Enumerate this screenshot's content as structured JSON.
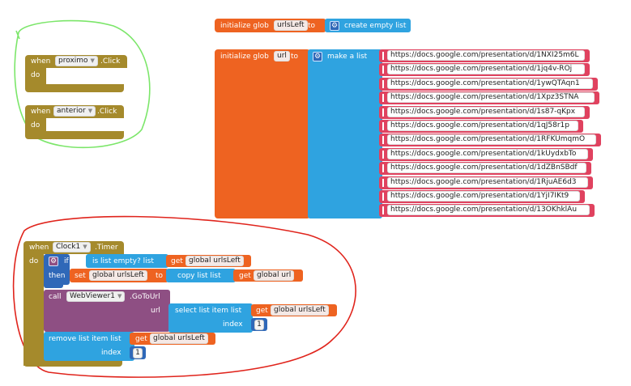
{
  "colors": {
    "event_block": "#a58a2c",
    "variable_block": "#ee6321",
    "list_block": "#2fa3e0",
    "component_block": "#8e4f83",
    "text_block": "#e0425f",
    "control_block": "#2f68b8",
    "green_annotation": "#7ce66a",
    "red_annotation": "#e0241c"
  },
  "proximo_block": {
    "when": "when",
    "component": "proximo",
    "event": ".Click",
    "do": "do"
  },
  "anterior_block": {
    "when": "when",
    "component": "anterior",
    "event": ".Click",
    "do": "do"
  },
  "urlsleft_init": {
    "label": "initialize glob",
    "var": "urlsLeft",
    "to": "to",
    "create_list": "create empty list"
  },
  "url_init": {
    "label": "initialize glob",
    "var": "url",
    "to": "to",
    "make_list": "make a list",
    "urls": [
      "https://docs.google.com/presentation/d/1NXI25m6L",
      "https://docs.google.com/presentation/d/1jq4v-ROj",
      "https://docs.google.com/presentation/d/1ywQTAqn1",
      "https://docs.google.com/presentation/d/1Xpz3STNA",
      "https://docs.google.com/presentation/d/1s87-qKpx",
      "https://docs.google.com/presentation/d/1qJ58r1p",
      "https://docs.google.com/presentation/d/1RFKUmqmO",
      "https://docs.google.com/presentation/d/1kUydxbTo",
      "https://docs.google.com/presentation/d/1dZBnSBdf",
      "https://docs.google.com/presentation/d/1RjuAE6d3",
      "https://docs.google.com/presentation/d/1YjI7IKt9",
      "https://docs.google.com/presentation/d/13OKhklAu"
    ]
  },
  "clock_block": {
    "when": "when",
    "component": "Clock1",
    "event": ".Timer",
    "do": "do",
    "if": "if",
    "is_list_empty": "is list empty?  list",
    "get": "get",
    "global_urlsleft": "global urlsLeft",
    "then": "then",
    "set": "set",
    "to": "to",
    "copy_list": "copy list  list",
    "global_url": "global url",
    "call": "call",
    "webviewer": "WebViewer1",
    "goto": ".GoToUrl",
    "url": "url",
    "select_list_item": "select list item  list",
    "index": "index",
    "index_value": "1",
    "remove_list_item": "remove list item  list",
    "remove_index_value": "1"
  }
}
